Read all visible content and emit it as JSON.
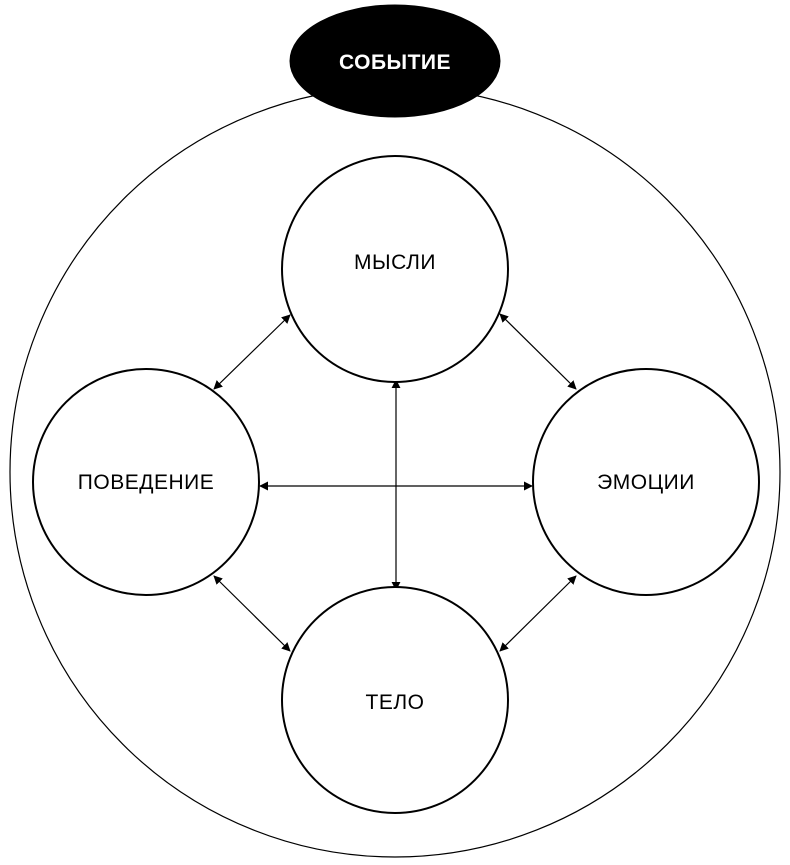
{
  "diagram": {
    "event": {
      "label": "СОБЫТИЕ"
    },
    "nodes": {
      "thoughts": {
        "label": "МЫСЛИ"
      },
      "behavior": {
        "label": "ПОВЕДЕНИЕ"
      },
      "emotions": {
        "label": "ЭМОЦИИ"
      },
      "body": {
        "label": "ТЕЛО"
      }
    },
    "connections": [
      {
        "from": "thoughts",
        "to": "emotions",
        "type": "bidirectional"
      },
      {
        "from": "thoughts",
        "to": "behavior",
        "type": "bidirectional"
      },
      {
        "from": "thoughts",
        "to": "body",
        "type": "bidirectional"
      },
      {
        "from": "behavior",
        "to": "emotions",
        "type": "bidirectional"
      },
      {
        "from": "behavior",
        "to": "body",
        "type": "bidirectional"
      },
      {
        "from": "emotions",
        "to": "body",
        "type": "bidirectional"
      }
    ],
    "colors": {
      "stroke": "#000000",
      "background": "#ffffff",
      "event_fill": "#000000",
      "event_text": "#ffffff"
    }
  }
}
